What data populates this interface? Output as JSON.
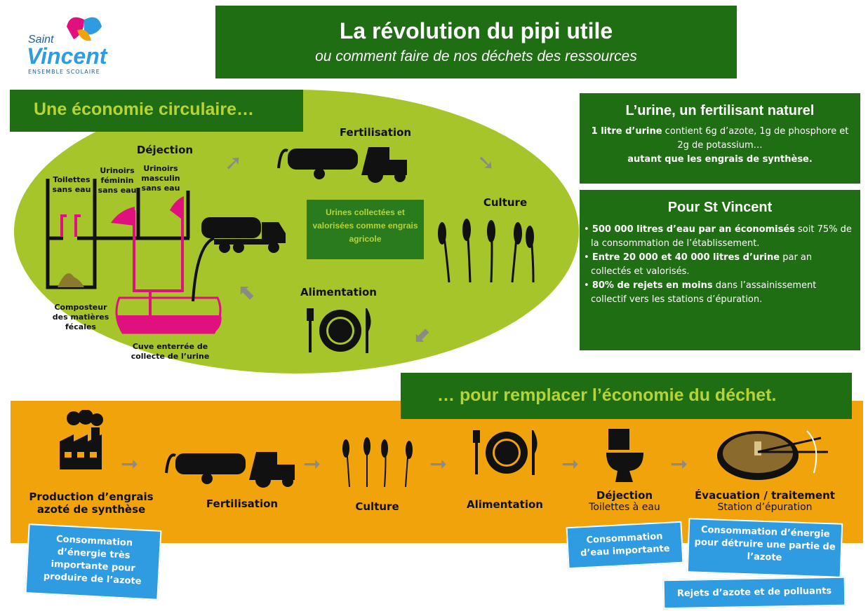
{
  "logo": {
    "line1": "Saint",
    "line2": "Vincent",
    "line3": "ENSEMBLE SCOLAIRE"
  },
  "header": {
    "title": "La révolution du pipi utile",
    "subtitle": "ou comment faire de nos déchets des ressources"
  },
  "circular": {
    "heading": "Une économie circulaire…",
    "dejection": "Déjection",
    "toilettes": "Toilettes sans eau",
    "urinoirs_f": "Urinoirs féminin sans eau",
    "urinoirs_m": "Urinoirs masculin sans eau",
    "composteur": "Composteur des matières fécales",
    "cuve": "Cuve enterrée de collecte de l’urine",
    "fertilisation": "Fertilisation",
    "culture": "Culture",
    "alimentation": "Alimentation",
    "center": "Urines collectées et valorisées comme engrais agricole"
  },
  "urine_box": {
    "title": "L’urine, un fertilisant naturel",
    "bold1": "1 litre d’urine",
    "text1": " contient 6g d’azote, 1g de phosphore et 2g de potassium…",
    "bold2": "autant que les engrais de synthèse."
  },
  "stvincent_box": {
    "title": "Pour St Vincent",
    "items": [
      {
        "bold": "500 000 litres d’eau par an économisés",
        "text": " soit 75% de la consommation de l’établissement."
      },
      {
        "bold": "Entre 20 000 et 40 000 litres d’urine",
        "text": " par an collectés et valorisés."
      },
      {
        "bold": "80% de rejets en moins",
        "text": " dans l’assainissement collectif vers les stations d’épuration."
      }
    ]
  },
  "linear": {
    "heading": "… pour remplacer l’économie du déchet.",
    "steps": [
      {
        "label": "Production d’engrais azoté de synthèse"
      },
      {
        "label": "Fertilisation"
      },
      {
        "label": "Culture"
      },
      {
        "label": "Alimentation"
      },
      {
        "label": "Déjection",
        "sub": "Toilettes à eau"
      },
      {
        "label": "Évacuation / traitement",
        "sub": "Station d’épuration"
      }
    ],
    "callouts": {
      "energy_azote": "Consommation d’énergie très importante pour produire de l’azote",
      "eau": "Consommation d’eau importante",
      "energy_destroy": "Consommation d’énergie pour détruire une partie de l’azote",
      "rejets": "Rejets d’azote et de polluants"
    }
  },
  "colors": {
    "dark_green": "#1f6e13",
    "light_green": "#a6c52a",
    "orange": "#f0a30b",
    "blue": "#2f9be0",
    "magenta": "#e0117f"
  }
}
